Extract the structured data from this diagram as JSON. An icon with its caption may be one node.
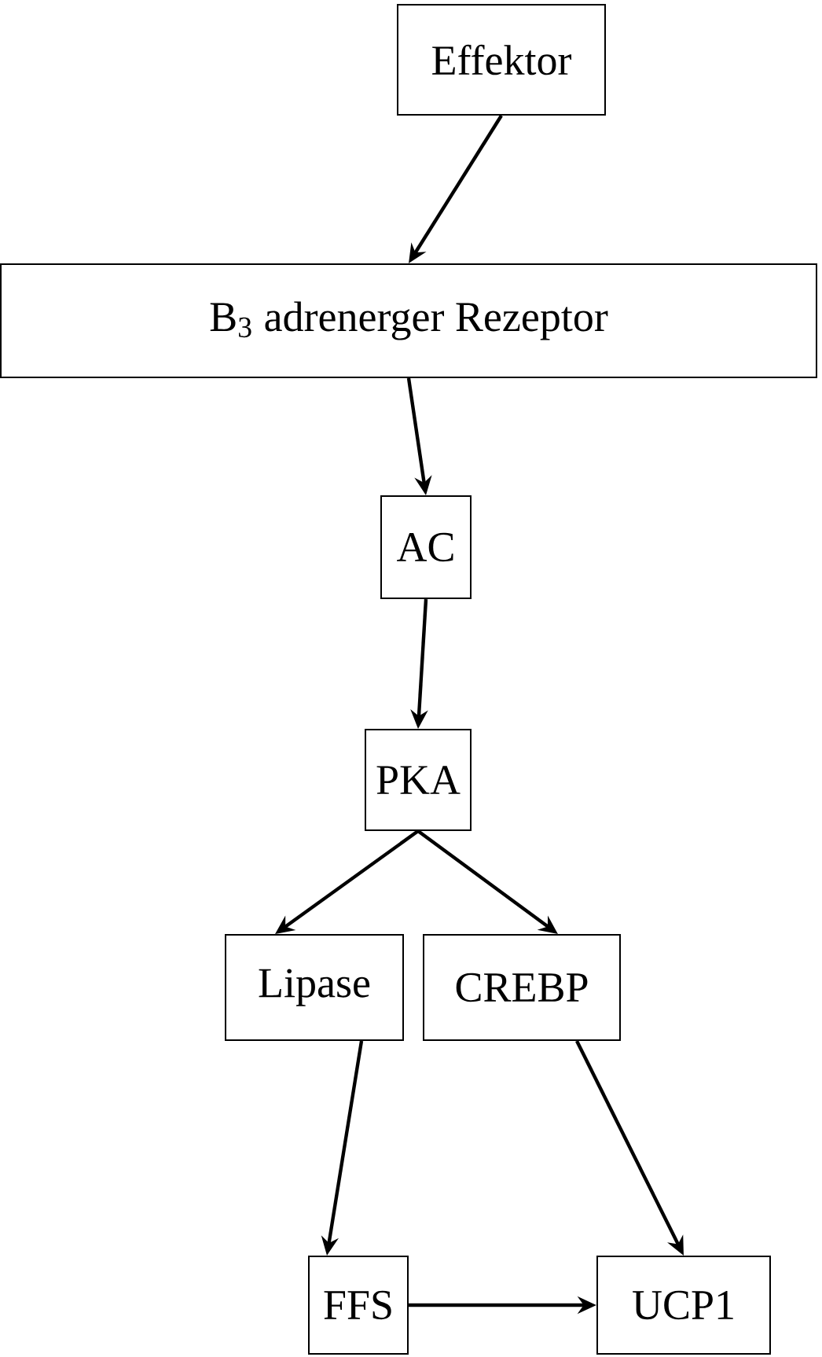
{
  "diagram": {
    "nodes": [
      {
        "text": [
          "Effektor"
        ]
      },
      {
        "text": [
          "B$_{3}$ adrenerger Rezeptor"
        ]
      },
      {
        "text": [
          "AC"
        ]
      },
      {
        "text": [
          "PKA"
        ]
      },
      {
        "text": [
          "Lipase"
        ]
      },
      {
        "text": [
          "CREBP"
        ]
      },
      {
        "text": [
          "FFS"
        ]
      },
      {
        "text": [
          "UCP1"
        ]
      }
    ],
    "edges": [
      {
        "from": 0,
        "to": 1,
        "arrow": "to"
      },
      {
        "from": 1,
        "to": 2,
        "arrow": "to"
      },
      {
        "from": 2,
        "to": 3,
        "arrow": "to"
      },
      {
        "from": 3,
        "to": 4,
        "arrow": "to"
      },
      {
        "from": 3,
        "to": 5,
        "arrow": "to"
      },
      {
        "from": 4,
        "to": 6,
        "arrow": "to"
      },
      {
        "from": 5,
        "to": 7,
        "arrow": "to"
      },
      {
        "from": 6,
        "to": 7,
        "arrow": "to"
      }
    ]
  }
}
